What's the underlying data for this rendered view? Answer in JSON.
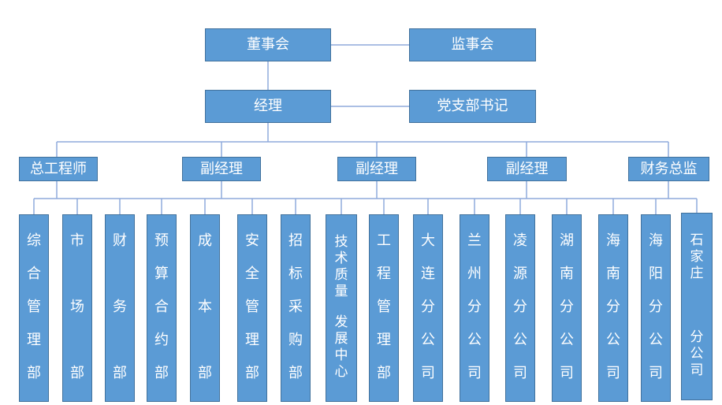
{
  "board": {
    "label": "董事会"
  },
  "supervisors": {
    "label": "监事会"
  },
  "manager": {
    "label": "经理"
  },
  "party_secretary": {
    "label": "党支部书记"
  },
  "second_tier": [
    {
      "label": "总工程师"
    },
    {
      "label": "副经理"
    },
    {
      "label": "副经理"
    },
    {
      "label": "副经理"
    },
    {
      "label": "财务总监"
    }
  ],
  "departments": [
    {
      "label": "综合管理部"
    },
    {
      "label": "市场部"
    },
    {
      "label": "财务部"
    },
    {
      "label": "预算合约部"
    },
    {
      "label": "成本部"
    },
    {
      "label": "安全管理部"
    },
    {
      "label": "招标采购部"
    },
    {
      "label": "技术质量 发展中心"
    },
    {
      "label": "工程管理部"
    },
    {
      "label": "大连分公司"
    },
    {
      "label": "兰州分公司"
    },
    {
      "label": "凌源分公司"
    },
    {
      "label": "湖南分公司"
    },
    {
      "label": "海南分公司"
    },
    {
      "label": "海阳分公司"
    },
    {
      "label": "石家庄 分公司"
    }
  ],
  "colors": {
    "box_fill": "#5b9bd5",
    "box_border": "#41719c",
    "text": "#ffffff",
    "connector": "#8faadc"
  }
}
